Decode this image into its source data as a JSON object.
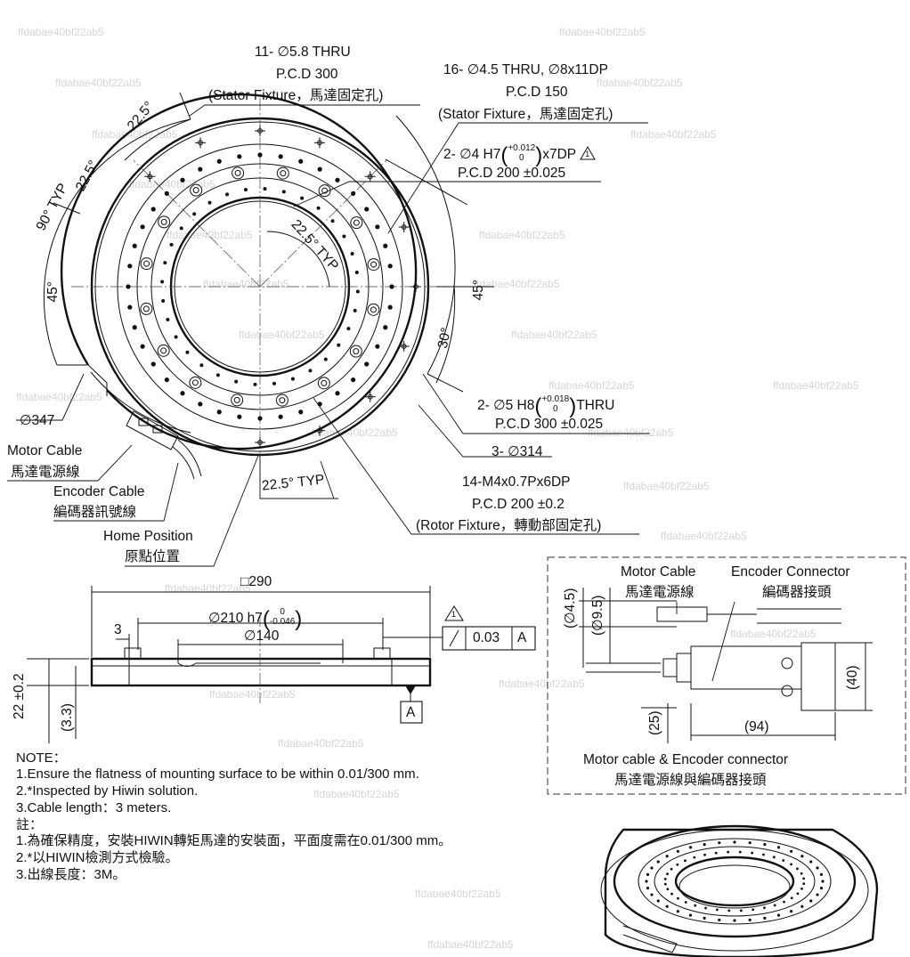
{
  "watermark": "ffdabae40bf22ab5",
  "top_view": {
    "stator_holes": [
      "11- ∅5.8 THRU",
      "P.C.D 300",
      "(Stator Fixture，馬達固定孔)"
    ],
    "stator_holes2": [
      "16- ∅4.5 THRU, ∅8x11DP",
      "P.C.D 150",
      "(Stator Fixture，馬達固定孔)"
    ],
    "pin_hole_prefix": "2- ∅4 H7",
    "pin_hole_tol_upper": "+0.012",
    "pin_hole_tol_lower": "0",
    "pin_hole_suffix": "x7DP",
    "pin_hole_flag": "1",
    "pin_hole_pcd": "P.C.D 200 ±0.025",
    "rotor_pin_prefix": "2- ∅5 H8",
    "rotor_pin_tol_upper": "+0.018",
    "rotor_pin_tol_lower": "0",
    "rotor_pin_suffix": "THRU",
    "rotor_pin_pcd": "P.C.D 300 ±0.025",
    "rotor_dia": "3- ∅314",
    "rotor_threads": [
      "14-M4x0.7Px6DP",
      "P.C.D 200 ±0.2",
      "(Rotor Fixture，轉動部固定孔)"
    ],
    "outer_dia": "∅347",
    "motor_cable": [
      "Motor Cable",
      "馬達電源線"
    ],
    "encoder_cable": [
      "Encoder Cable",
      "編碼器訊號線"
    ],
    "home_position": [
      "Home Position",
      "原點位置"
    ],
    "angles": {
      "a1": "22.5°",
      "a2": "22.5°",
      "a3": "90° TYP",
      "a4": "45°",
      "a5": "22.5° TYP",
      "a6": "45°",
      "a7": "30°",
      "a8": "22.5° TYP"
    }
  },
  "side_view": {
    "square": "□290",
    "d210_prefix": "∅210 h7",
    "d210_tol_upper": "0",
    "d210_tol_lower": "-0.046",
    "d140": "∅140",
    "dim3": "3",
    "height": "22 ±0.2",
    "height2": "(3.3)",
    "flatness_value": "0.03",
    "datum": "A",
    "flag": "1"
  },
  "connector": {
    "motor_cable": [
      "Motor Cable",
      "馬達電源線"
    ],
    "encoder_connector": [
      "Encoder Connector",
      "編碼器接頭"
    ],
    "d45": "(∅4.5)",
    "d95": "(∅9.5)",
    "dim25": "(25)",
    "dim94": "(94)",
    "dim40": "(40)",
    "caption": [
      "Motor cable & Encoder connector",
      "馬達電源線與編碼器接頭"
    ]
  },
  "notes": [
    "NOTE：",
    "1.Ensure the flatness of mounting surface to be within 0.01/300 mm.",
    "2.*Inspected by Hiwin solution.",
    "3.Cable length：3 meters.",
    "註：",
    "1.為確保精度，安裝HIWIN轉矩馬達的安裝面，平面度需在0.01/300 mm。",
    "2.*以HIWIN檢測方式檢驗。",
    "3.出線長度：3M。"
  ]
}
